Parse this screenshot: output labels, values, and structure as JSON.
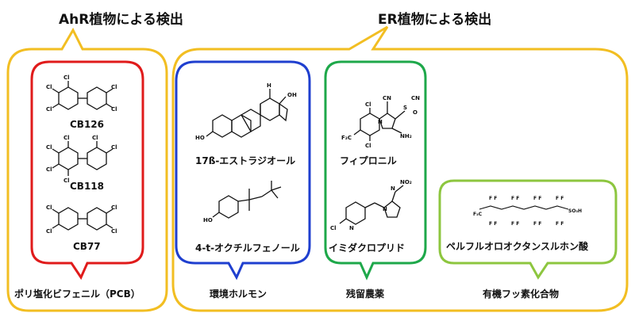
{
  "headings": {
    "ahr": "AhR植物による検出",
    "er": "ER植物による検出"
  },
  "categories": {
    "pcb": "ポリ塩化ビフェニル（PCB）",
    "hormone": "環境ホルモン",
    "pesticide": "残留農薬",
    "pfc": "有機フッ素化合物"
  },
  "compounds": {
    "cb126": "CB126",
    "cb118": "CB118",
    "cb77": "CB77",
    "estradiol": "17ß-エストラジオール",
    "nonylphenol": "4-t-オクチルフェノール",
    "fipronil": "フィプロニル",
    "imidacloprid": "イミダクロプリド",
    "pfos": "ペルフルオロオクタンスルホン酸"
  },
  "colors": {
    "outer": "#f2be22",
    "pcb": "#e01b1b",
    "hormone": "#1f3fcf",
    "pesticide": "#1ea84a",
    "pfc": "#8dc63f"
  }
}
